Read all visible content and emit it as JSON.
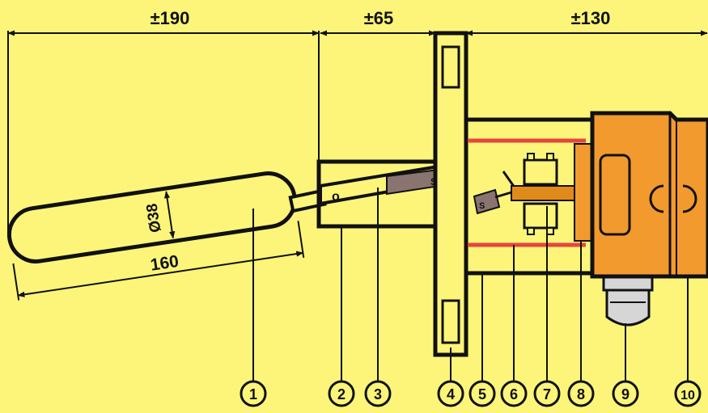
{
  "colors": {
    "background": "#fdf57a",
    "stroke": "#111111",
    "housing_orange": "#f29a2e",
    "housing_dark": "#e08a1c",
    "spring_red": "#e8453c",
    "magnet_fill": "#8a7470",
    "gland_grey": "#d6d6d6"
  },
  "dimensions": {
    "total_float_length": "±190",
    "arm_length": "±65",
    "housing_length": "±130",
    "float_body_length": "160",
    "float_diameter": "Ø38"
  },
  "labels": {
    "pivot": "o",
    "magnet_float": "S",
    "magnet_switch": "S"
  },
  "callouts": [
    "1",
    "2",
    "3",
    "4",
    "5",
    "6",
    "7",
    "8",
    "9",
    "10"
  ]
}
